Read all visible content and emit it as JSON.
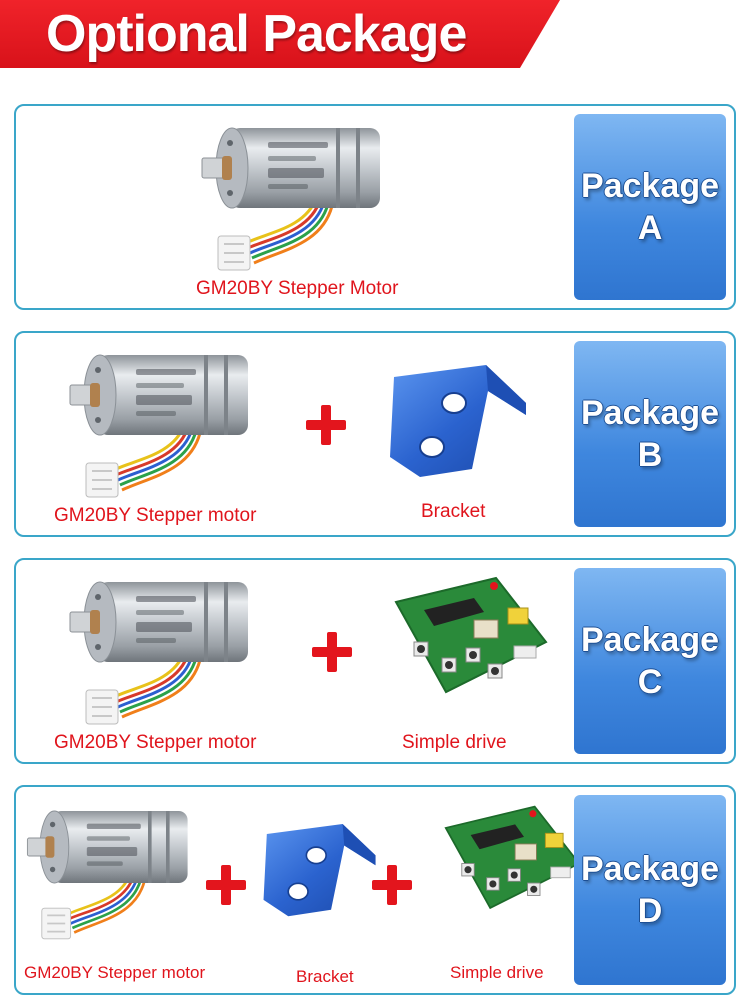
{
  "header": {
    "title": "Optional Package"
  },
  "packages": [
    {
      "badge_word": "Package",
      "badge_letter": "A",
      "items": [
        "GM20BY Stepper Motor"
      ]
    },
    {
      "badge_word": "Package",
      "badge_letter": "B",
      "items": [
        "GM20BY Stepper motor",
        "Bracket"
      ]
    },
    {
      "badge_word": "Package",
      "badge_letter": "C",
      "items": [
        "GM20BY Stepper motor",
        "Simple drive"
      ]
    },
    {
      "badge_word": "Package",
      "badge_letter": "D",
      "items": [
        "GM20BY Stepper motor",
        "Bracket",
        "Simple drive"
      ]
    }
  ],
  "icons": {
    "motor": "stepper-motor-icon",
    "bracket": "bracket-icon",
    "drive": "driver-board-icon",
    "plus": "plus-icon"
  },
  "colors": {
    "banner": "#e31a22",
    "label": "#e0141c",
    "border": "#3aa6c9",
    "badge": "#3f87de",
    "bracket": "#2f6fd6",
    "board": "#2a8a3a"
  }
}
